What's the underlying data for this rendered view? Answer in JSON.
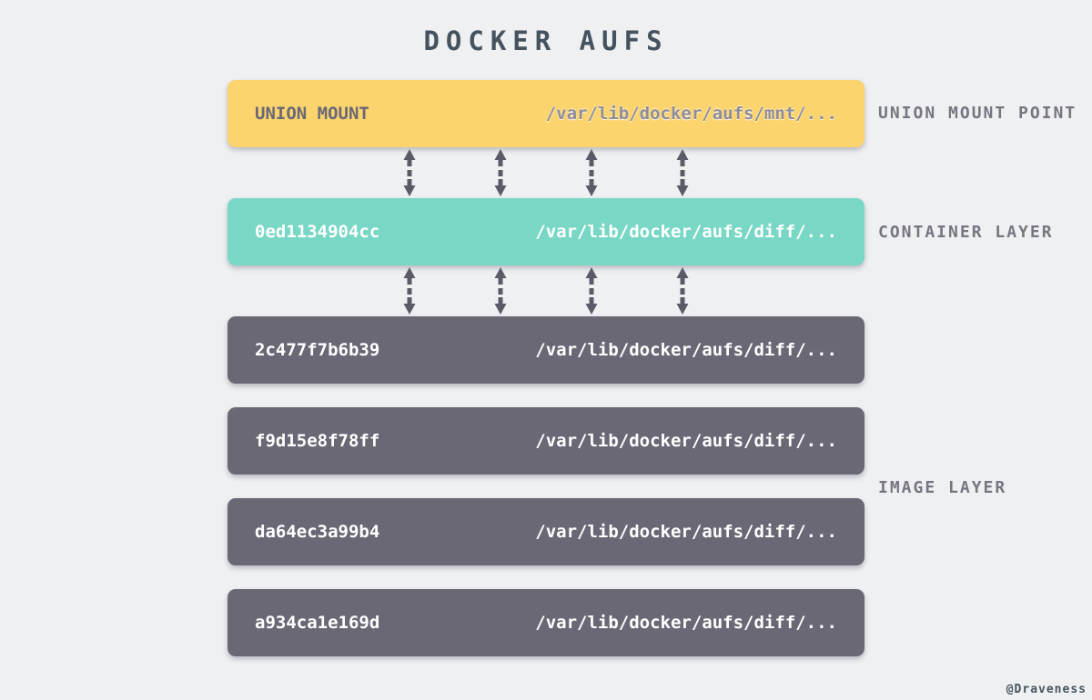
{
  "title": "DOCKER AUFS",
  "layers": [
    {
      "id": "UNION MOUNT",
      "path": "/var/lib/docker/aufs/mnt/...",
      "type": "union-mount"
    },
    {
      "id": "0ed1134904cc",
      "path": "/var/lib/docker/aufs/diff/...",
      "type": "container"
    },
    {
      "id": "2c477f7b6b39",
      "path": "/var/lib/docker/aufs/diff/...",
      "type": "image"
    },
    {
      "id": "f9d15e8f78ff",
      "path": "/var/lib/docker/aufs/diff/...",
      "type": "image"
    },
    {
      "id": "da64ec3a99b4",
      "path": "/var/lib/docker/aufs/diff/...",
      "type": "image"
    },
    {
      "id": "a934ca1e169d",
      "path": "/var/lib/docker/aufs/diff/...",
      "type": "image"
    }
  ],
  "side_labels": {
    "union_mount_point": "UNION MOUNT POINT",
    "container_layer": "CONTAINER LAYER",
    "image_layer": "IMAGE LAYER"
  },
  "icons": {
    "double_arrow": "vertical dashed double-headed arrow"
  },
  "colors": {
    "background": "#eef0f2",
    "union_mount_box": "#fbd46d",
    "container_box": "#79d7c5",
    "image_box": "#6b6876",
    "arrow": "#5d5a68",
    "title_text": "#46535e",
    "side_label_text": "#77757f"
  },
  "watermark": "@Draveness"
}
